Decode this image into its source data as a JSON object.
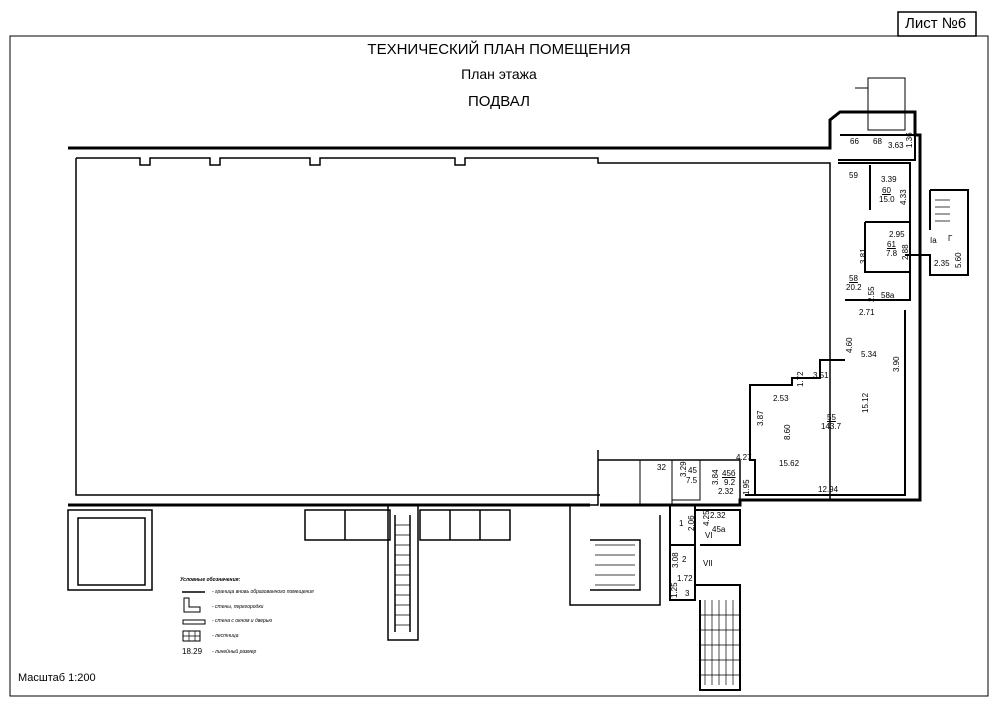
{
  "sheet_label": "Лист №6",
  "title": "ТЕХНИЧЕСКИЙ ПЛАН ПОМЕЩЕНИЯ",
  "subtitle": "План этажа",
  "floor": "ПОДВАЛ",
  "scale": "Масштаб 1:200",
  "legend": {
    "heading": "Условные обозначения:",
    "items": [
      "- граница вновь образованного помещения",
      "- стены, перегородки",
      "- стена с окном и дверью",
      "- лестница",
      "- линейный размер"
    ],
    "sample_dimension": "18.29"
  },
  "rooms": {
    "r66": "66",
    "r68": "68",
    "d363": "3.63",
    "d136": "1.36",
    "r59": "59",
    "d339": "3.39",
    "r60": "60",
    "a60": "15.0",
    "d433": "4.33",
    "d295": "2.95",
    "r61": "61",
    "a61": "7.8",
    "d381": "3.81",
    "d288": "2.88",
    "r1a": "Iа",
    "rG": "Г",
    "d235": "2.35",
    "d560": "5.60",
    "r58": "58",
    "a58": "20.2",
    "d255": "2.55",
    "r58a": "58а",
    "d271": "2.71",
    "d460": "4.60",
    "d534": "5.34",
    "d390": "3.90",
    "d351": "3.51",
    "d172": "1.72",
    "d253": "2.53",
    "d387": "3.87",
    "r55": "55",
    "a55": "143.7",
    "d1512": "15.12",
    "d860": "8.60",
    "d427": "4.27",
    "d1562": "15.62",
    "d1294": "12.94",
    "d195": "1.95",
    "r32": "32",
    "r45": "45",
    "a45": "7.5",
    "d329": "3.29",
    "r45b": "45б",
    "a45b": "9.2",
    "d384": "3.84",
    "d232a": "2.32",
    "d232b": "2.32",
    "d425": "4.25",
    "r45a": "45а",
    "r1": "1",
    "d206": "2.06",
    "rVI": "VI",
    "r2": "2",
    "d308": "3.08",
    "rVII": "VII",
    "d172b": "1.72",
    "r3": "3",
    "d125": "1.25"
  }
}
